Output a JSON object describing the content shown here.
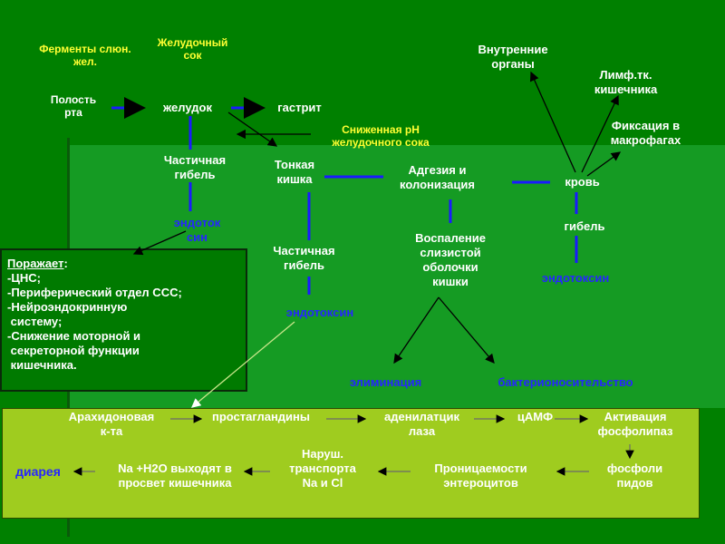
{
  "colors": {
    "top_bg": "#008000",
    "panel_bg": "#159B23",
    "cascade_bg": "#9FCC1F",
    "arrow_blue": "#1a1aff",
    "label_yellow": "#ffff33",
    "label_blue": "#2626ff"
  },
  "top": {
    "salivary_enzymes": "Ферменты слюн.\nжел.",
    "gastric_juice": "Желудочный\nсок",
    "oral_cavity": "Полость\nрта",
    "stomach": "желудок",
    "gastritis": "гастрит",
    "reduced_ph": "Сниженная pH\nжелудочного сока",
    "internal_organs": "Внутренние\nорганы",
    "lymph_tissue": "Лимф.тк.\nкишечника",
    "macrophage_fixation": "Фиксация в\nмакрофагах"
  },
  "middle": {
    "partial_death_1": "Частичная\nгибель",
    "endotoxin_1": "эндоток\nсин",
    "small_intestine": "Тонкая\nкишка",
    "adhesion": "Адгезия и\nколонизация",
    "blood": "кровь",
    "death": "гибель",
    "endotoxin_right": "эндотоксин",
    "partial_death_2": "Частичная\nгибель",
    "endotoxin_2": "эндотоксин",
    "inflammation": "Воспаление\nслизистой\nоболочки\nкишки",
    "elimination": "элиминация",
    "carriage": "бактерионосительство"
  },
  "affects": {
    "title": "Поражает",
    "title_suffix": ":",
    "items": [
      "-ЦНС;",
      "-Периферический отдел ССС;",
      "-Нейроэндокринную",
      " систему;",
      "-Снижение моторной и",
      " секреторной функции",
      " кишечника."
    ]
  },
  "cascade": {
    "arachidonic": "Арахидоновая\nк-та",
    "prostaglandins": "простагландины",
    "adenylate_cyclase": "аденилатцик\nлаза",
    "camp": "цАМФ",
    "phospholipase": "Активация\nфосфолипаз",
    "phospholipids": "фосфоли\nпидов",
    "permeability": "Проницаемости\nэнтероцитов",
    "transport": "Наруш.\nтранспорта\nNa и Cl",
    "na_h2o": "Na +H2O выходят в\nпросвет кишечника",
    "diarrhea": "диарея"
  }
}
